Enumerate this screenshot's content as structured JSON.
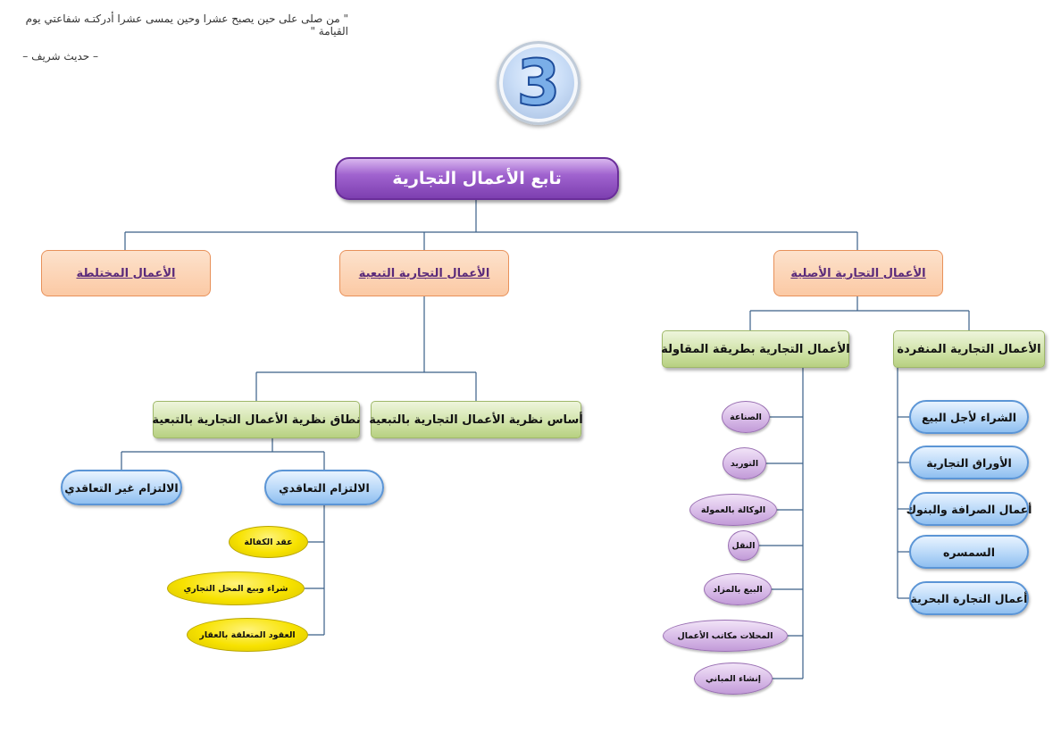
{
  "quote": {
    "text": "\" من صلى على حين يصبح عشرا وحين يمسى عشرا أدركتـه شفاعتي يوم القيامة \"",
    "source": "– حديث شريف –"
  },
  "badge": {
    "number": "3"
  },
  "root": {
    "label": "تابع الأعمال التجارية"
  },
  "categories": {
    "original": "الأعمال التجارية الأصلية",
    "ancillary": "الأعمال التجارية التبعية",
    "mixed": "الأعمال المختلطة"
  },
  "original": {
    "individual": {
      "label": "الأعمال التجارية المنفردة",
      "items": [
        "الشراء لأجل البيع",
        "الأوراق التجارية",
        "أعمال الصرافة والبنوك",
        "السمسره",
        "أعمال التجارة البحرية"
      ]
    },
    "contracting": {
      "label": "الأعمال التجارية بطريقة المقاولة",
      "items": [
        "الصناعة",
        "التوريد",
        "الوكالة بالعمولة",
        "النقل",
        "البيع بالمزاد",
        "المحلات مكاتب الأعمال",
        "إنشاء المباني"
      ]
    }
  },
  "ancillary": {
    "basis": "أساس نظرية الأعمال التجارية بالتبعية",
    "scope": "نطاق نظرية الأعمال التجارية بالتبعية",
    "contractual": {
      "label": "الالتزام التعاقدي",
      "items": [
        "عقد الكفالة",
        "شراء وبيع المحل التجاري",
        "العقود المتعلقة بالعقار"
      ]
    },
    "noncontractual": "الالتزام غير التعاقدي"
  },
  "colors": {
    "connector": "#3a5f88",
    "root": "#8a4dbf",
    "category": "#fbc9a4",
    "subcategory": "#cfe2a6",
    "item_blue": "#b8d8f8",
    "item_lilac": "#d6b8e6",
    "item_yellow": "#f7e200"
  }
}
